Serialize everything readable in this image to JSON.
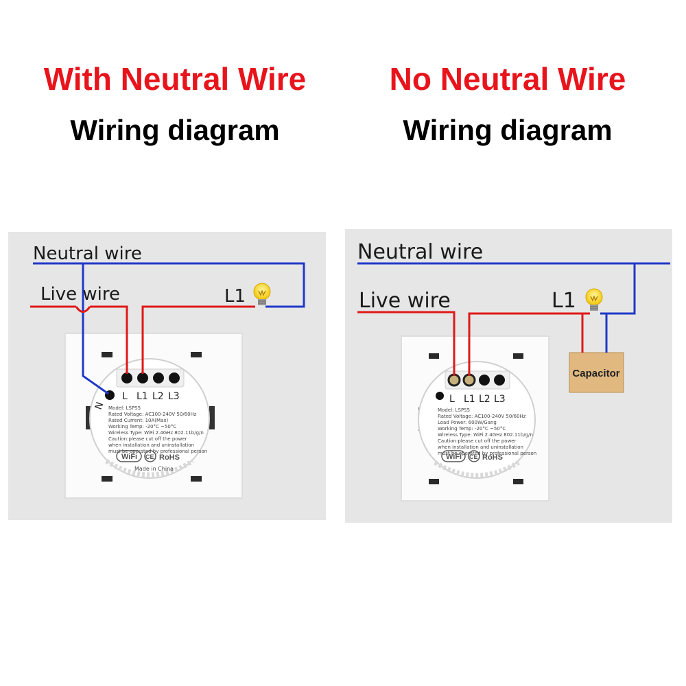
{
  "colors": {
    "heading_red": "#e8141c",
    "neutral_wire": "#2038c8",
    "live_wire": "#e01818",
    "panel_bg": "#e6e6e6",
    "capacitor": "#e0b880"
  },
  "left": {
    "heading": "With Neutral Wire",
    "subheading": "Wiring diagram",
    "neutral_label": "Neutral wire",
    "live_label": "Live wire",
    "load_label": "L1",
    "neutral_terminal": "N",
    "terminals": [
      "L",
      "L1",
      "L2",
      "L3"
    ],
    "spec_lines": [
      "Model: LSPS5",
      "Rated Voltage: AC100-240V 50/60Hz",
      "Rated Current: 10A(Max)",
      "Working Temp: -20°C ~50°C",
      "Wireless Type: WiFi 2.4GHz 802.11b/g/n",
      "Caution:please cut off the power",
      "when installation and uninstallation",
      "must be operated by professional person"
    ],
    "badges": [
      "WiFi",
      "CE",
      "RoHS"
    ],
    "made_in": "Made in China"
  },
  "right": {
    "heading": "No Neutral Wire",
    "subheading": "Wiring diagram",
    "neutral_label": "Neutral wire",
    "live_label": "Live wire",
    "load_label": "L1",
    "capacitor_label": "Capacitor",
    "terminals": [
      "L",
      "L1",
      "L2",
      "L3"
    ],
    "spec_lines": [
      "Model: LSPS5",
      "Rated Voltage: AC100-240V 50/60Hz",
      "Load Power: 600W/Gang",
      "Working Temp: -20°C ~50°C",
      "Wireless Type: WiFi 2.4GHz 802.11b/g/n",
      "Caution:please cut off the power",
      "when installation and uninstallation",
      "must be operated by professional person"
    ],
    "badges": [
      "WiFi",
      "CE",
      "RoHS"
    ]
  }
}
